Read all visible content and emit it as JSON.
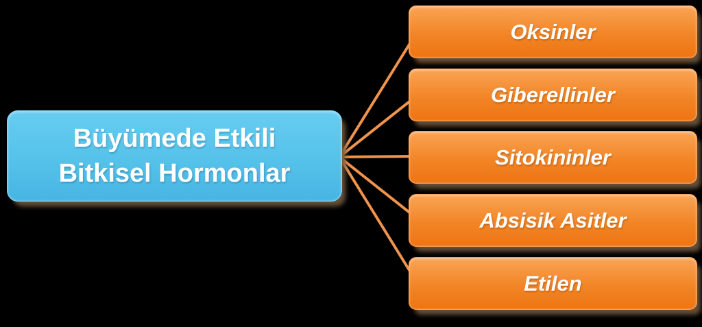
{
  "diagram": {
    "background": "#000000",
    "root": {
      "label_line1": "Büyümede Etkili",
      "label_line2": "Bitkisel Hormonlar",
      "text_color": "#FFFFFF",
      "fill_top": "#67CCF1",
      "fill_bottom": "#46B5E2"
    },
    "branches": [
      {
        "label": "Oksinler"
      },
      {
        "label": "Giberellinler"
      },
      {
        "label": "Sitokininler"
      },
      {
        "label": "Absisik Asitler"
      },
      {
        "label": "Etilen"
      }
    ],
    "colors": {
      "branch_fill_top": "#FAA455",
      "branch_fill_bottom": "#EE7412",
      "branch_text": "#FFFFFF",
      "connector": "#F0934D",
      "shadow": "#5A4634"
    }
  }
}
